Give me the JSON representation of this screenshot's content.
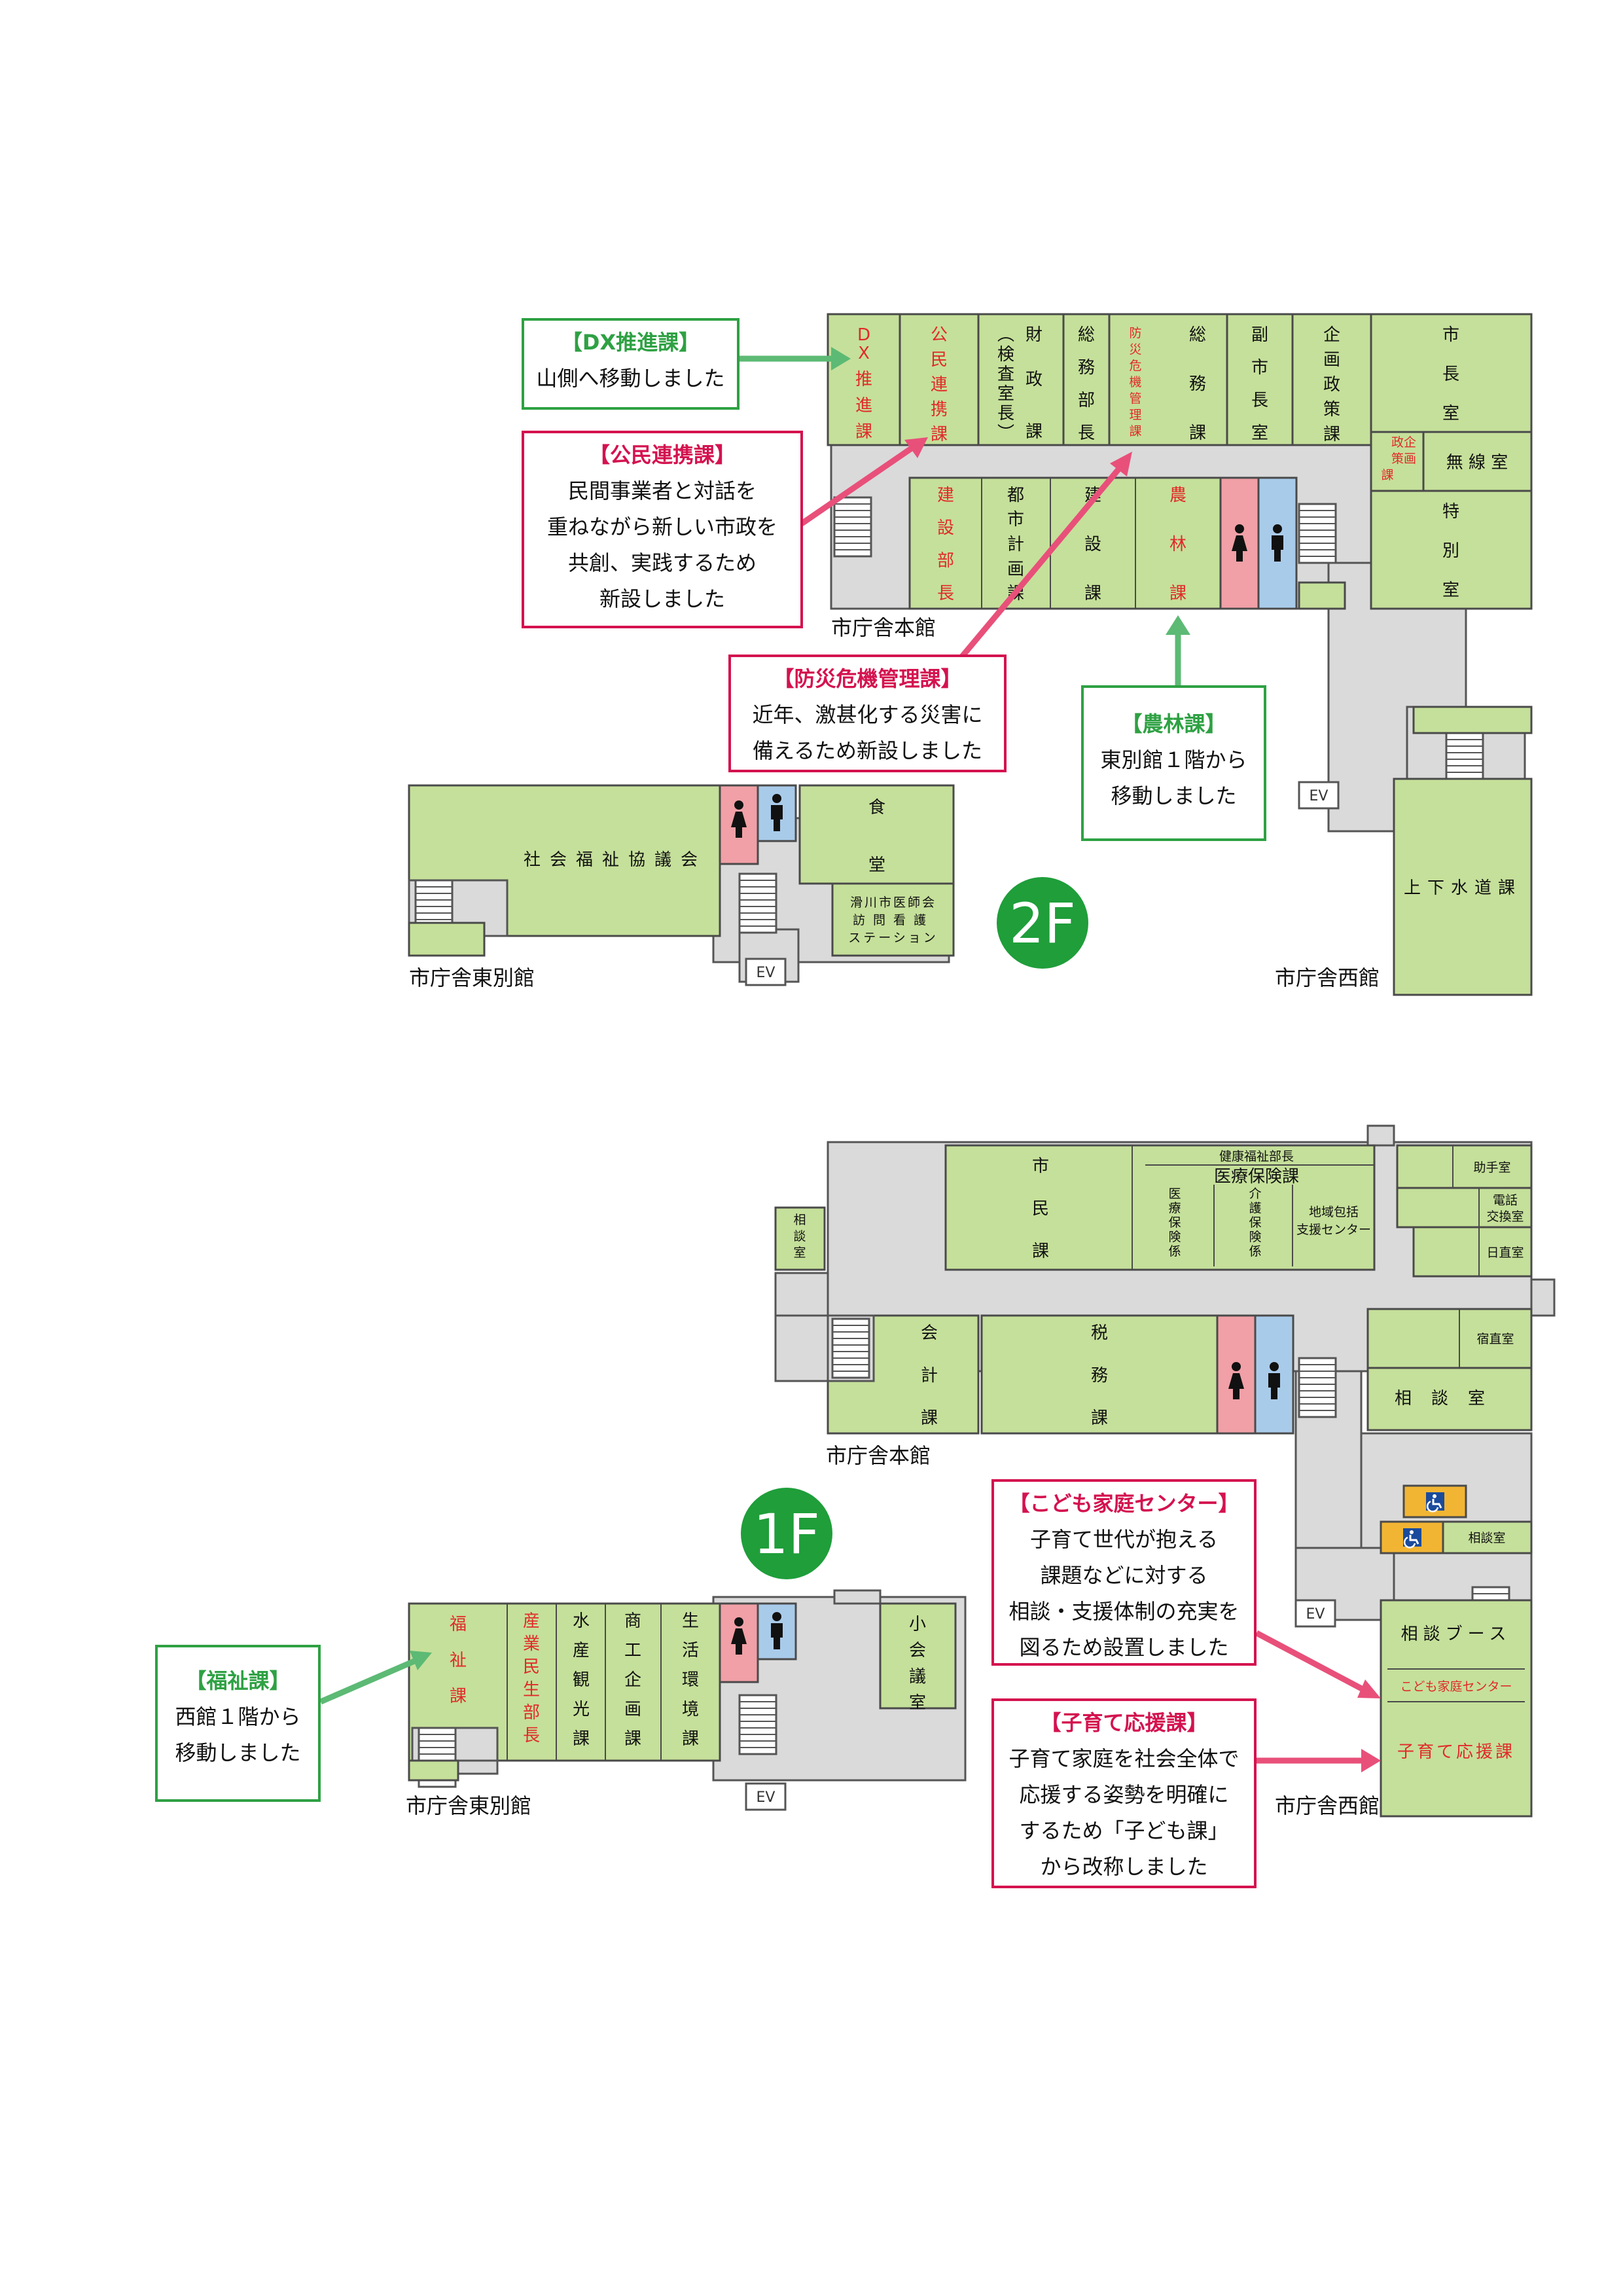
{
  "floor2": {
    "badge": "2F",
    "buildings": {
      "main": "市庁舎本館",
      "east": "市庁舎東別館",
      "west": "市庁舎西館"
    },
    "ev": "EV",
    "rooms": {
      "dx": "DX推進課",
      "kouminrenkei": "公民連携課",
      "zaisei": "財政課",
      "kensashitsucho": "（検査室長）",
      "somubucho": "総務部長",
      "bousai": "防災危機管理課",
      "somu": "総務課",
      "fukushicho": "副市長室",
      "kikaku": "企画政策課",
      "shichoshitsu": "市長室",
      "seisaku_kikaku": "政策企画課",
      "musen": "無線室",
      "tokubetsu": "特別室",
      "kensetsubucho": "建設部長",
      "toshikeikaku": "都市計画課",
      "kensetsu": "建設課",
      "norin": "農林課",
      "shakyo": "社会福祉協議会",
      "shokudo": "食堂",
      "houmon": "滑川市医師会訪問看護ステーション",
      "gesuido": "上下水道課"
    },
    "notes": {
      "dx": {
        "title": "【DX推進課】",
        "body": "山側へ移動しました"
      },
      "koumin": {
        "title": "【公民連携課】",
        "body": "民間事業者と対話を\n重ねながら新しい市政を\n共創、実践するため\n新設しました"
      },
      "bousai": {
        "title": "【防災危機管理課】",
        "body": "近年、激甚化する災害に\n備えるため新設しました"
      },
      "norin": {
        "title": "【農林課】",
        "body": "東別館１階から\n移動しました"
      }
    }
  },
  "floor1": {
    "badge": "1F",
    "buildings": {
      "main": "市庁舎本館",
      "east": "市庁舎東別館",
      "west": "市庁舎西館"
    },
    "ev": "EV",
    "rooms": {
      "shimin": "市民課",
      "kenkofukushibucho": "健康福祉部長",
      "iryohoken": "医療保険課",
      "iryohokengakari": "医療保険係",
      "kaigohokengakari": "介護保険係",
      "chiikihokatsu_1": "地域包括",
      "chiikihokatsu_2": "支援センター",
      "joyakushitsu": "助手室",
      "denwa_1": "電話",
      "denwa_2": "交換室",
      "nicchoku": "日直室",
      "soudanshitsu_small": "相談室",
      "kaikei": "会計課",
      "zeimu": "税務課",
      "shukuchoku": "宿直室",
      "soudanshitsu": "相談室",
      "soudanshitsu_side": "相談室",
      "soudanbooth": "相談ブース",
      "kodomo_center": "こども家庭センター",
      "kosodate": "子育て応援課",
      "fukushi": "福祉課",
      "sangyo_bucho": "産業民生部長",
      "suisan": "水産観光課",
      "shoko": "商工企画課",
      "seikatsu": "生活環境課",
      "shokaigi": "小会議室"
    },
    "notes": {
      "fukushi": {
        "title": "【福祉課】",
        "body": "西館１階から\n移動しました"
      },
      "kodomo": {
        "title": "【こども家庭センター】",
        "body": "子育て世代が抱える\n課題などに対する\n相談・支援体制の充実を\n図るため設置しました"
      },
      "kosodate": {
        "title": "【子育て応援課】",
        "body": "子育て家庭を社会全体で\n応援する姿勢を明確に\nするため「子ども課」\nから改称しました"
      }
    }
  },
  "colors": {
    "room": "#c5e09a",
    "hall": "#dadada",
    "wc_male": "#a9cbea",
    "wc_female": "#f0a0a6",
    "accessible": "#f2b533",
    "green": "#2ea143",
    "red": "#d4124f",
    "highlight_text": "#e12a2a"
  },
  "icons": [
    "man-icon",
    "woman-icon",
    "wheelchair-icon",
    "arrow-icon",
    "stairs-icon"
  ]
}
